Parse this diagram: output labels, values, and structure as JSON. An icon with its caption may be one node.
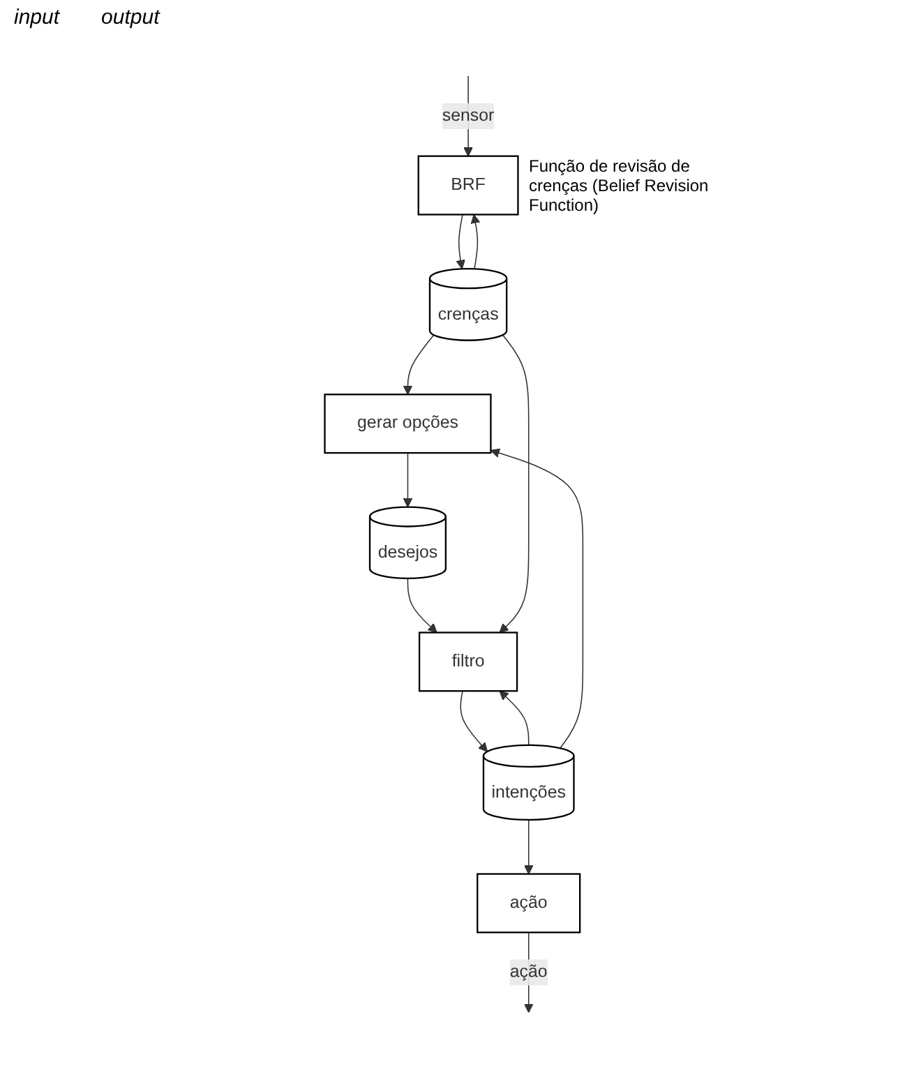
{
  "diagram": {
    "nodes": [
      {
        "text": [
          "BRF"
        ],
        "beside": [
          "Função de revisão de crenças (Belief Revision Function)"
        ]
      },
      {
        "text": [
          "crenças"
        ]
      },
      {
        "text": [
          "gerar opções"
        ]
      },
      {
        "text": [
          "desejos"
        ]
      },
      {
        "text": [
          "filtro"
        ]
      },
      {
        "text": [
          "intenções"
        ]
      },
      {
        "text": [
          "ação"
        ]
      }
    ],
    "edges": [
      {
        "from": null,
        "to": 0,
        "arrow": "to",
        "label": "sensor"
      },
      {
        "from": 0,
        "to": 1,
        "arrow": "to"
      },
      {
        "from": 1,
        "to": 0,
        "arrow": "to"
      },
      {
        "from": 1,
        "to": 2,
        "arrow": "to"
      },
      {
        "from": 2,
        "to": 3,
        "arrow": "to"
      },
      {
        "from": 3,
        "to": 4,
        "arrow": "to"
      },
      {
        "from": 1,
        "to": 4,
        "arrow": "to"
      },
      {
        "from": 5,
        "to": 4,
        "arrow": "to"
      },
      {
        "from": 5,
        "to": 2,
        "arrow": "to"
      },
      {
        "from": 4,
        "to": 5,
        "arrow": "to"
      },
      {
        "from": 5,
        "to": 6,
        "arrow": "to"
      },
      {
        "from": 6,
        "to": null,
        "arrow": "to",
        "label": "ação"
      }
    ],
    "labels": [
      "input",
      "output"
    ]
  }
}
